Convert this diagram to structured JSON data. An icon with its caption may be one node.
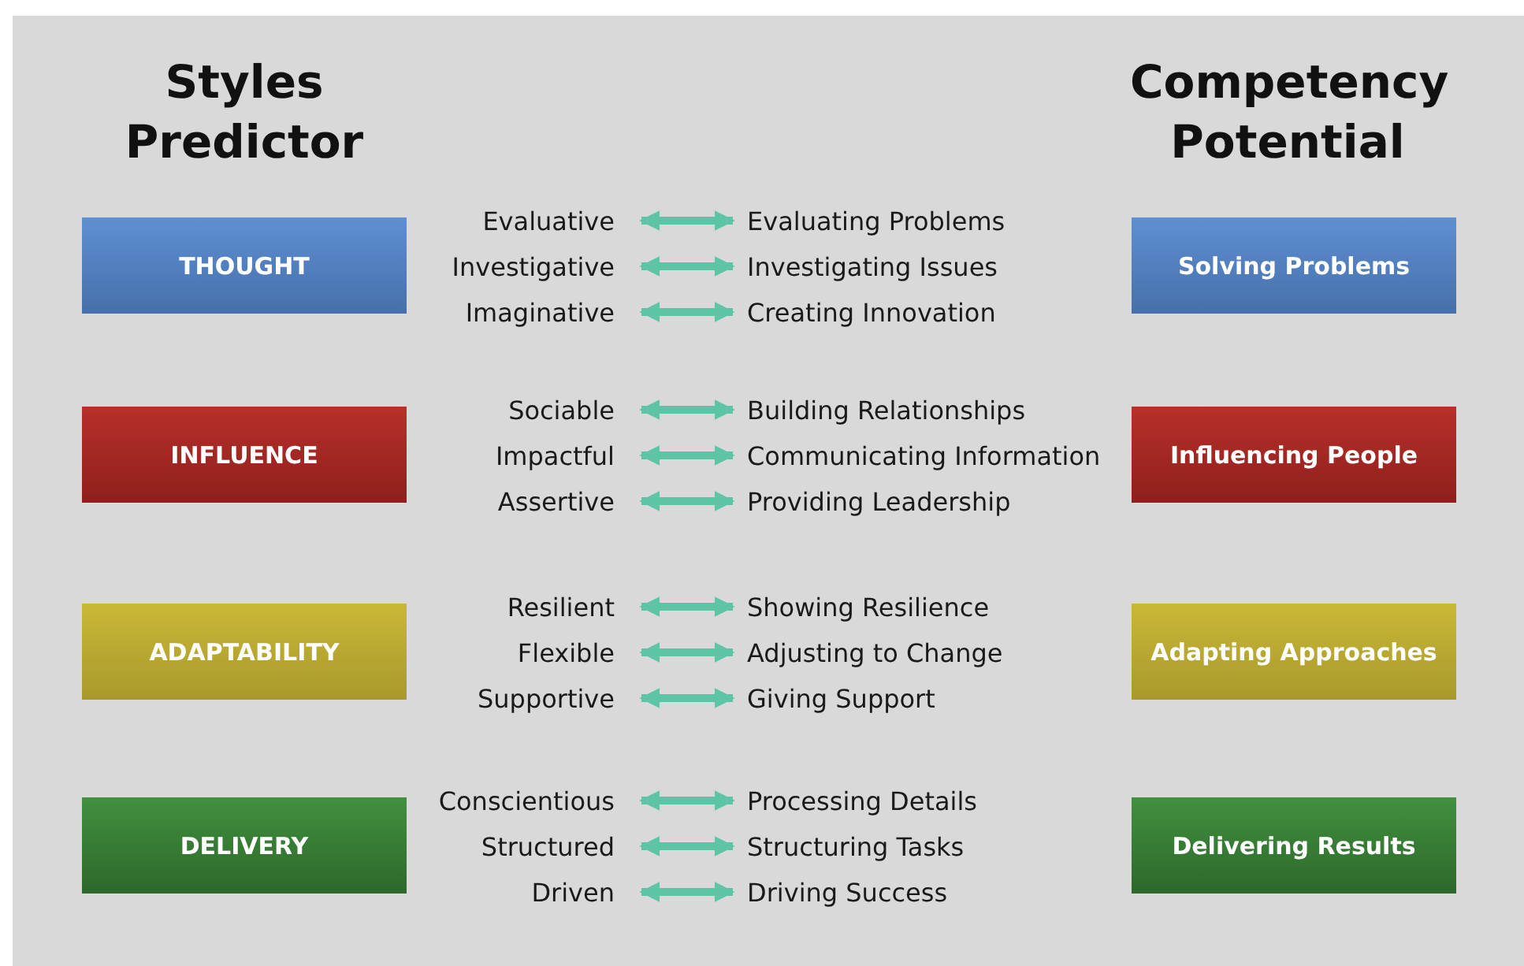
{
  "diagram": {
    "nodes": [
      {
        "text": [
          "THOUGHT"
        ]
      },
      {
        "text": [
          "Evaluative"
        ]
      },
      {
        "text": [
          "Evaluating Problems"
        ]
      },
      {
        "text": [
          "Investigative"
        ]
      },
      {
        "text": [
          "Investigating Issues"
        ]
      },
      {
        "text": [
          "Imaginative"
        ]
      },
      {
        "text": [
          "Creating Innovation"
        ]
      },
      {
        "text": [
          "Solving Problems"
        ]
      },
      {
        "text": [
          "INFLUENCE"
        ]
      },
      {
        "text": [
          "Sociable"
        ]
      },
      {
        "text": [
          "Building Relationships"
        ]
      },
      {
        "text": [
          "Impactful"
        ]
      },
      {
        "text": [
          "Communicating Information"
        ]
      },
      {
        "text": [
          "Assertive"
        ]
      },
      {
        "text": [
          "Providing Leadership"
        ]
      },
      {
        "text": [
          "Influencing People"
        ]
      },
      {
        "text": [
          "ADAPTABILITY"
        ]
      },
      {
        "text": [
          "Resilient"
        ]
      },
      {
        "text": [
          "Showing Resilience"
        ]
      },
      {
        "text": [
          "Flexible"
        ]
      },
      {
        "text": [
          "Adjusting to Change"
        ]
      },
      {
        "text": [
          "Supportive"
        ]
      },
      {
        "text": [
          "Giving Support"
        ]
      },
      {
        "text": [
          "Adapting Approaches"
        ]
      },
      {
        "text": [
          "DELIVERY"
        ]
      },
      {
        "text": [
          "Conscientious"
        ]
      },
      {
        "text": [
          "Processing Details"
        ]
      },
      {
        "text": [
          "Structured"
        ]
      },
      {
        "text": [
          "Structuring Tasks"
        ]
      },
      {
        "text": [
          "Driven"
        ]
      },
      {
        "text": [
          "Driving Success"
        ]
      },
      {
        "text": [
          "Delivering Results"
        ]
      }
    ],
    "edges": [
      {
        "from": 1,
        "to": 2,
        "arrow": "both"
      },
      {
        "from": 3,
        "to": 4,
        "arrow": "both"
      },
      {
        "from": 5,
        "to": 6,
        "arrow": "both"
      },
      {
        "from": 9,
        "to": 10,
        "arrow": "both"
      },
      {
        "from": 11,
        "to": 12,
        "arrow": "both"
      },
      {
        "from": 13,
        "to": 14,
        "arrow": "both"
      },
      {
        "from": 17,
        "to": 18,
        "arrow": "both"
      },
      {
        "from": 19,
        "to": 20,
        "arrow": "both"
      },
      {
        "from": 21,
        "to": 22,
        "arrow": "both"
      },
      {
        "from": 25,
        "to": 26,
        "arrow": "both"
      },
      {
        "from": 27,
        "to": 28,
        "arrow": "both"
      },
      {
        "from": 29,
        "to": 30,
        "arrow": "both"
      }
    ],
    "labels": [
      "Styles Predictor",
      "Competency Potential"
    ]
  }
}
